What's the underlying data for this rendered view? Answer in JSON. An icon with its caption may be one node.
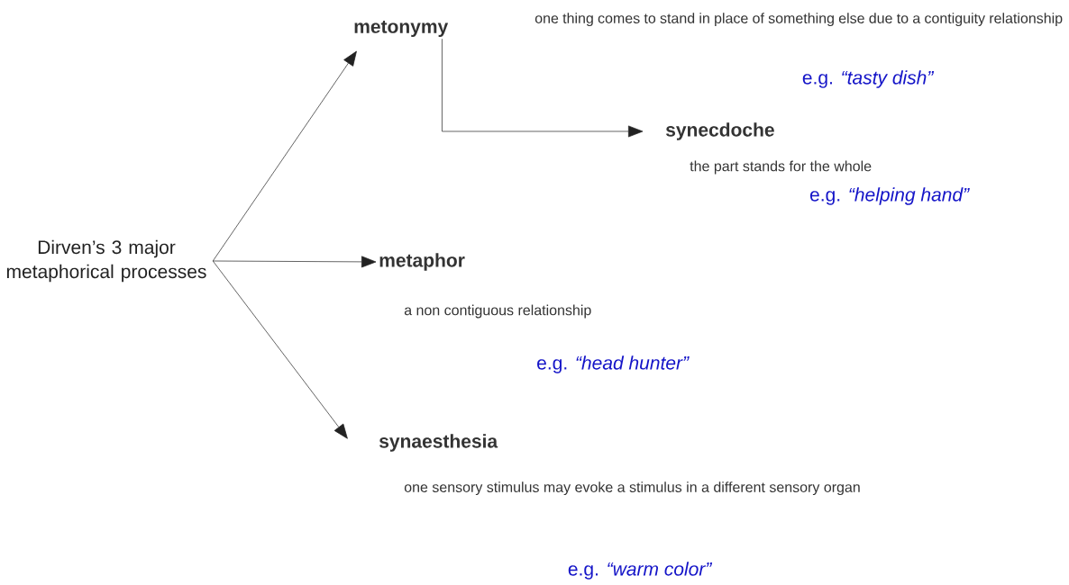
{
  "diagram": {
    "nodes": [
      {
        "text": [
          "Dirven’s 3 major metaphorical processes"
        ]
      },
      {
        "text": [
          "metonymy"
        ],
        "beside": [
          "one thing comes to stand in place of something else due to a contiguity relationship",
          "e.g. *“tasty dish”*"
        ]
      },
      {
        "text": [
          "synecdoche"
        ],
        "beside": [
          "the part stands for the whole",
          "e.g. *“helping hand”*"
        ]
      },
      {
        "text": [
          "metaphor"
        ],
        "beside": [
          "a non contiguous relationship",
          "e.g. *“head hunter”*"
        ]
      },
      {
        "text": [
          "synaesthesia"
        ],
        "beside": [
          "one sensory stimulus may evoke a stimulus in a different sensory organ",
          "e.g. *“warm color”*"
        ]
      }
    ],
    "edges": [
      {
        "from": 0,
        "to": 1,
        "arrow": "to"
      },
      {
        "from": 1,
        "to": 2,
        "arrow": "to"
      },
      {
        "from": 0,
        "to": 3,
        "arrow": "to"
      },
      {
        "from": 0,
        "to": 4,
        "arrow": "to"
      }
    ]
  }
}
